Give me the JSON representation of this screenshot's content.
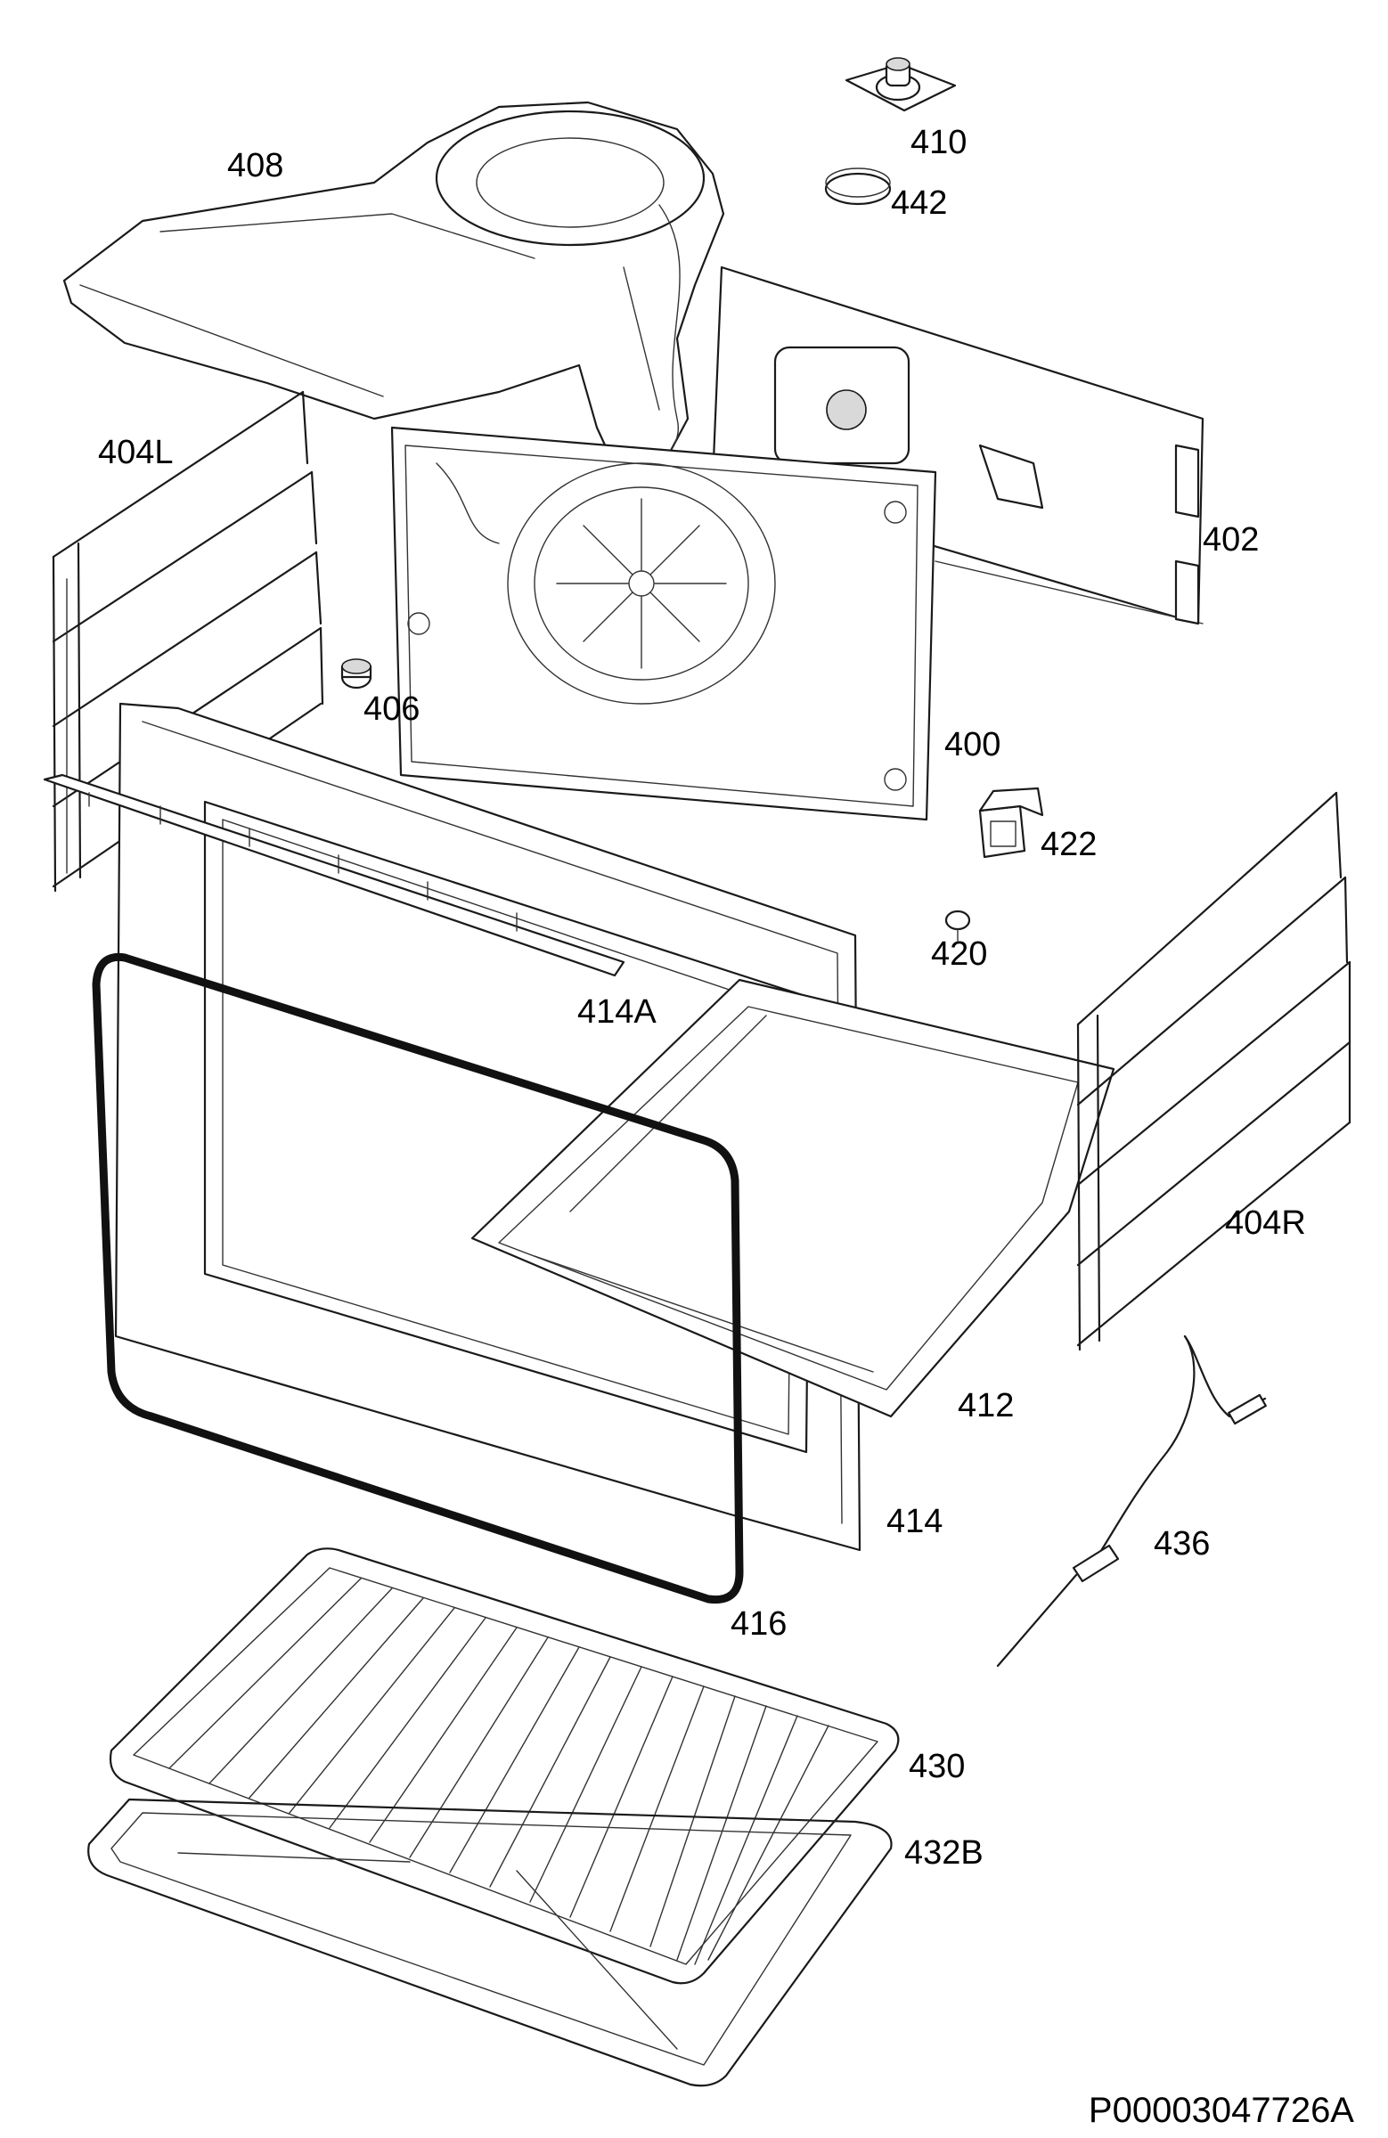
{
  "labels": {
    "p410": "410",
    "p408": "408",
    "p442": "442",
    "p404L": "404L",
    "p402": "402",
    "p406": "406",
    "p400": "400",
    "p422": "422",
    "p420": "420",
    "p414A": "414A",
    "p404R": "404R",
    "p412": "412",
    "p414": "414",
    "p436": "436",
    "p416": "416",
    "p430": "430",
    "p432B": "432B"
  },
  "reference": "P00003047726A"
}
